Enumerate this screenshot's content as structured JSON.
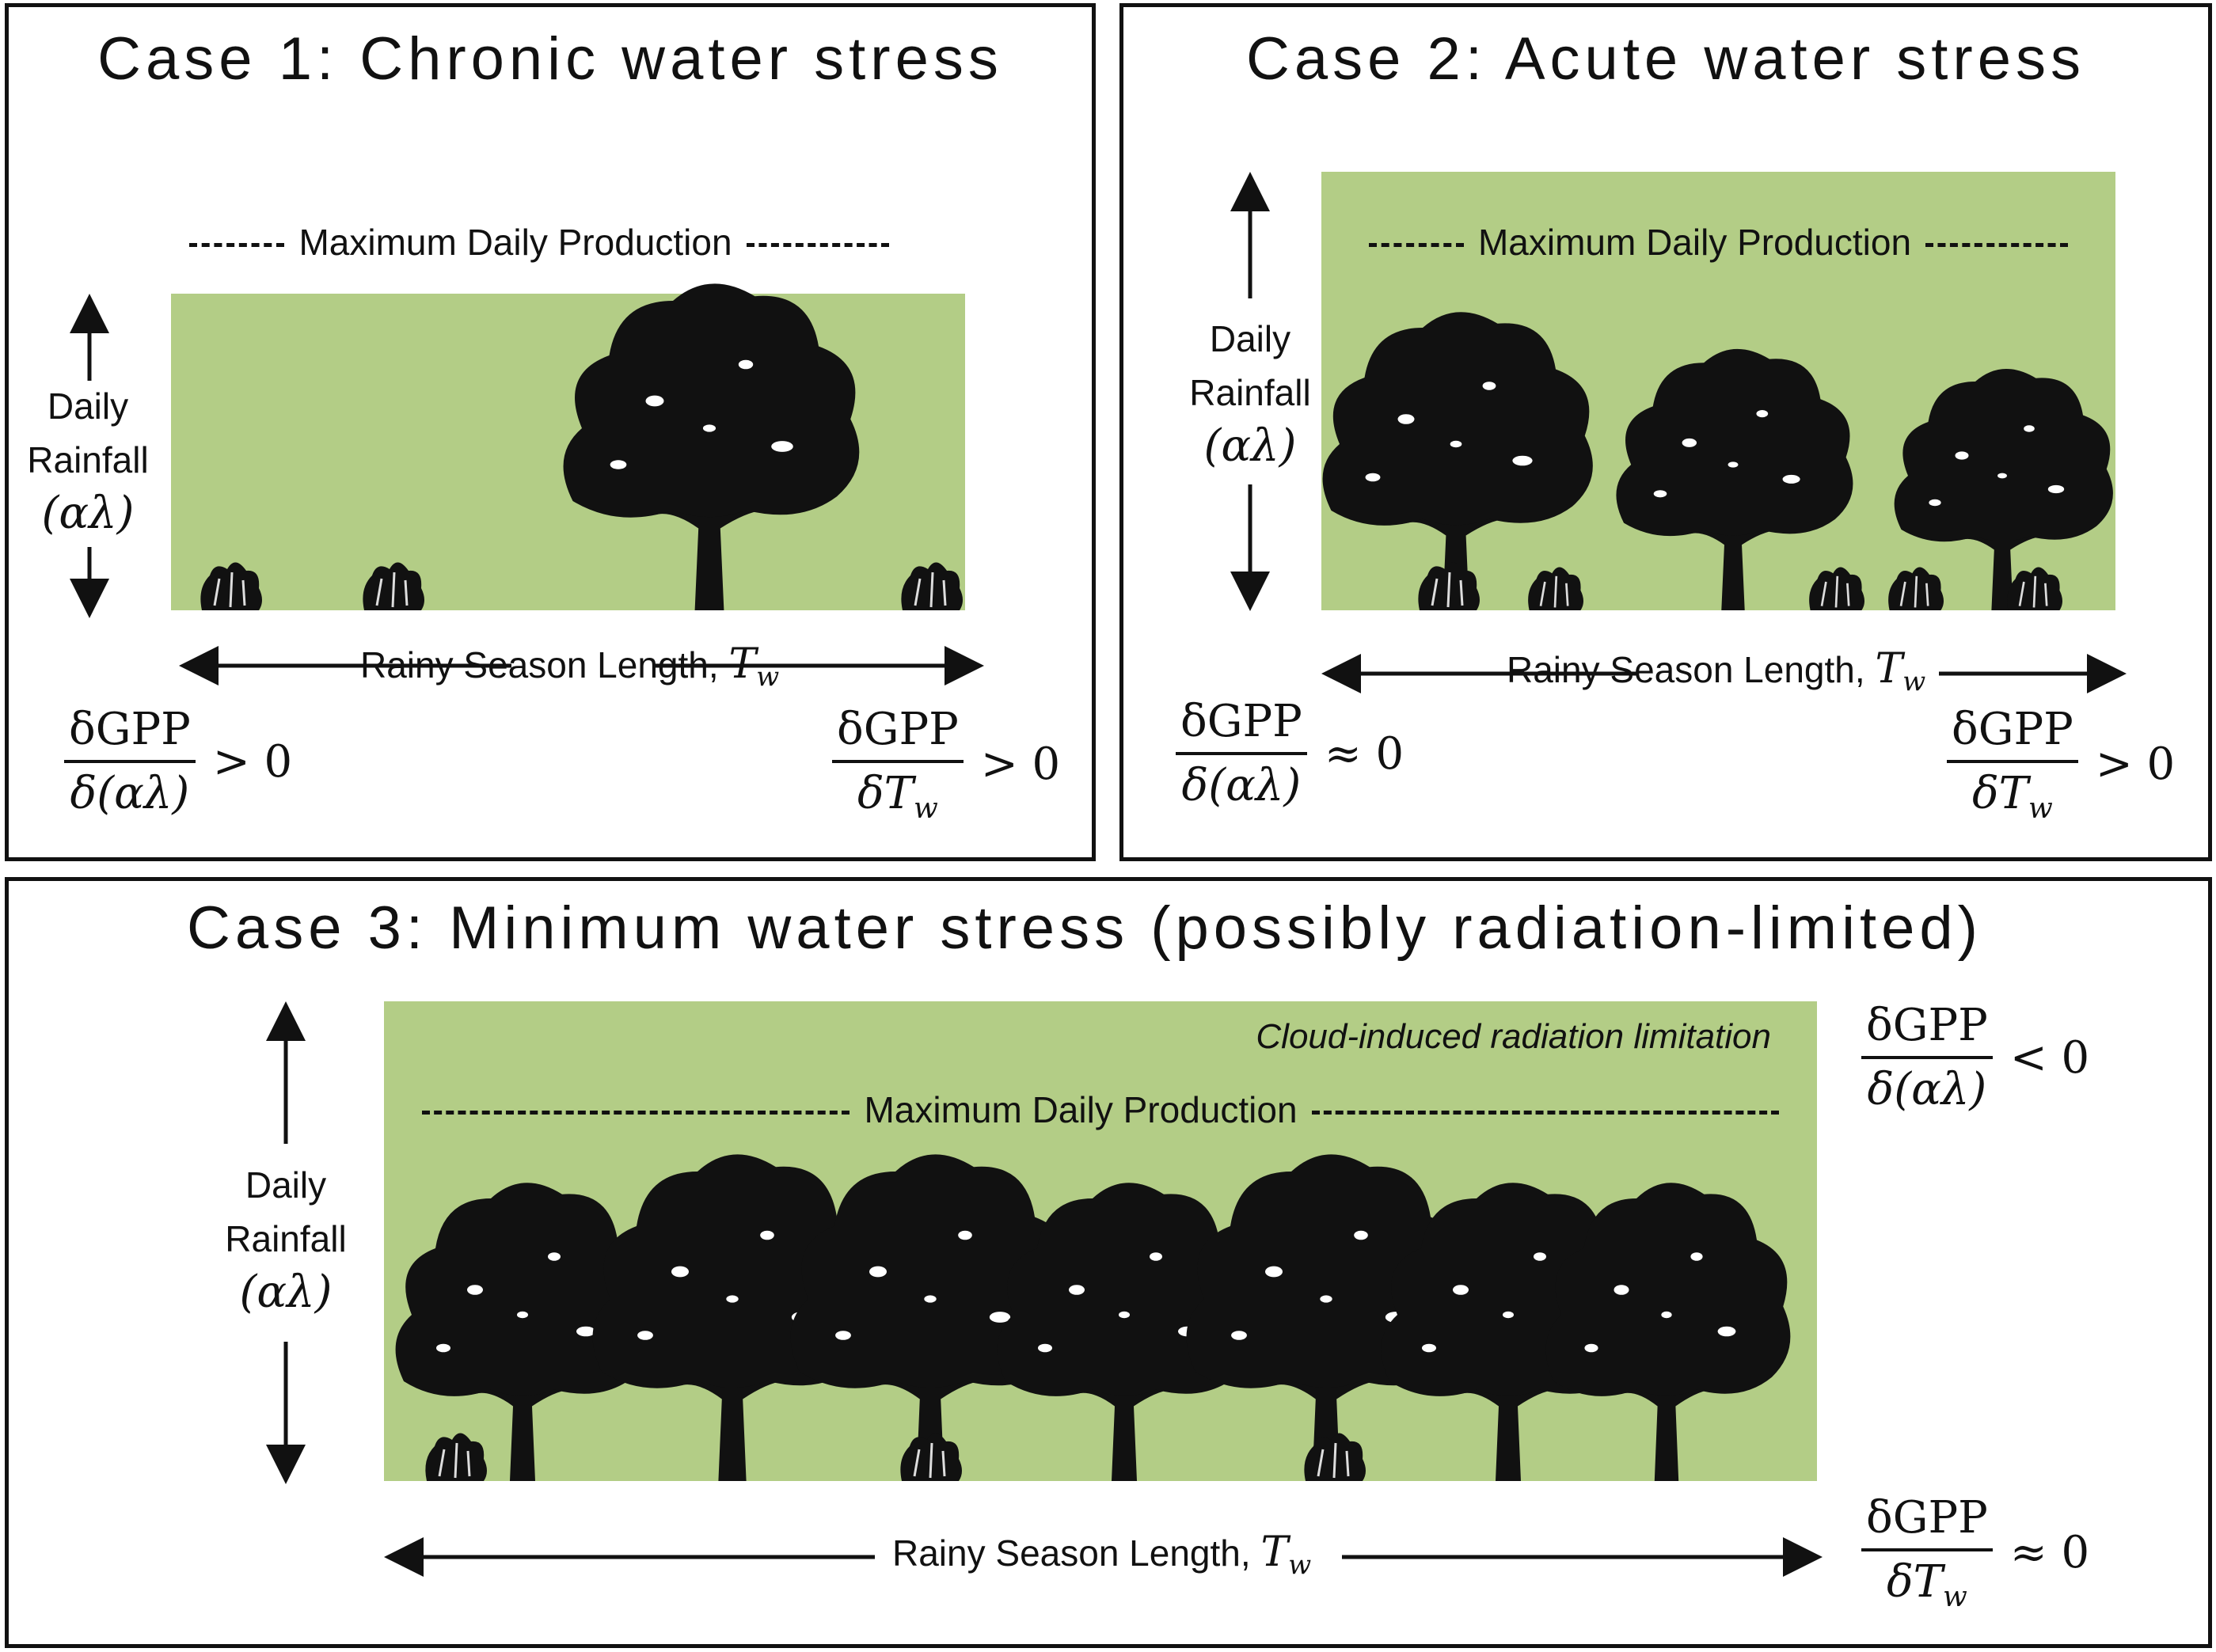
{
  "panels": [
    {
      "title": "Case 1: Chronic water stress",
      "max_label": "Maximum Daily Production",
      "rain_label": [
        "Daily",
        "Rainfall"
      ],
      "rain_symbol": "(αλ)",
      "season_label": "Rainy Season Length,",
      "season_symbol": "T",
      "season_sub": "w",
      "gpp_rain": {
        "num": "δGPP",
        "den": "δ(αλ)",
        "rel": "> 0"
      },
      "gpp_season": {
        "num": "δGPP",
        "den": "δT",
        "den_sub": "w",
        "rel": "> 0"
      }
    },
    {
      "title": "Case 2: Acute water stress",
      "max_label": "Maximum Daily Production",
      "rain_label": [
        "Daily",
        "Rainfall"
      ],
      "rain_symbol": "(αλ)",
      "season_label": "Rainy Season Length,",
      "season_symbol": "T",
      "season_sub": "w",
      "gpp_rain": {
        "num": "δGPP",
        "den": "δ(αλ)",
        "rel": "≈ 0"
      },
      "gpp_season": {
        "num": "δGPP",
        "den": "δT",
        "den_sub": "w",
        "rel": "> 0"
      }
    },
    {
      "title": "Case 3: Minimum water stress (possibly radiation-limited)",
      "note": "Cloud-induced radiation limitation",
      "max_label": "Maximum Daily Production",
      "rain_label": [
        "Daily",
        "Rainfall"
      ],
      "rain_symbol": "(αλ)",
      "season_label": "Rainy Season Length,",
      "season_symbol": "T",
      "season_sub": "w",
      "gpp_rain": {
        "num": "δGPP",
        "den": "δ(αλ)",
        "rel": "< 0"
      },
      "gpp_season": {
        "num": "δGPP",
        "den": "δT",
        "den_sub": "w",
        "rel": "≈ 0"
      }
    }
  ],
  "colors": {
    "canopy_green": "#b3cd86",
    "ink": "#111111"
  }
}
